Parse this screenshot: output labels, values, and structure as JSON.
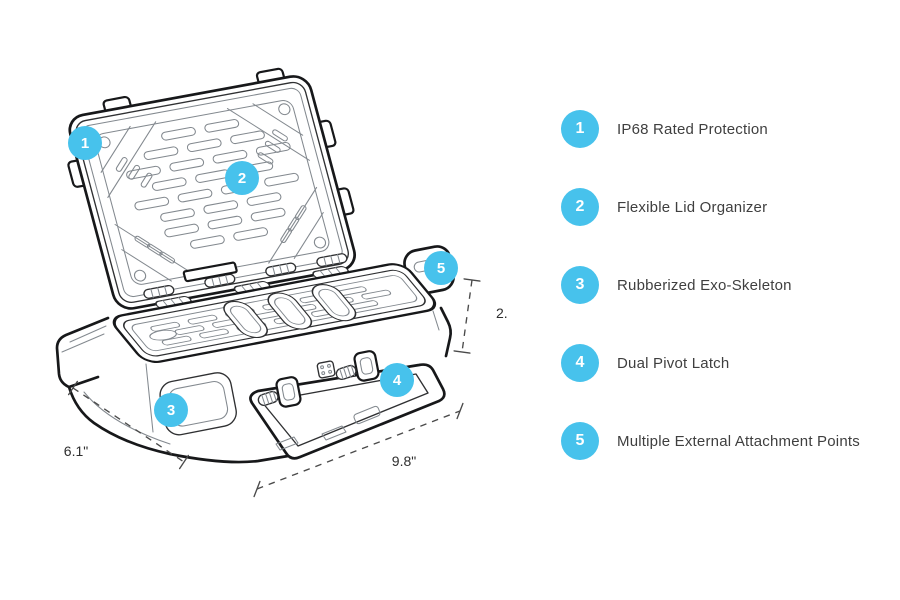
{
  "colors": {
    "background": "#ffffff",
    "badge_bg": "#47c2ec",
    "badge_text": "#ffffff",
    "line_heavy": "#17181a",
    "line_mid": "#2f3032",
    "line_fine": "#83898f",
    "dimension_line": "#4a4a4a",
    "dimension_text": "#2e2e2e",
    "label_text": "#3f3f3f"
  },
  "diagram": {
    "callouts": [
      {
        "number": "1"
      },
      {
        "number": "2"
      },
      {
        "number": "3"
      },
      {
        "number": "4"
      },
      {
        "number": "5"
      }
    ],
    "dimensions": {
      "side": "6.1\"",
      "front": "9.8\"",
      "height": "2."
    }
  },
  "legend": {
    "items": [
      {
        "number": "1",
        "label": "IP68 Rated Protection"
      },
      {
        "number": "2",
        "label": "Flexible Lid Organizer"
      },
      {
        "number": "3",
        "label": "Rubberized Exo-Skeleton"
      },
      {
        "number": "4",
        "label": "Dual Pivot Latch"
      },
      {
        "number": "5",
        "label": "Multiple External Attachment Points"
      }
    ]
  }
}
